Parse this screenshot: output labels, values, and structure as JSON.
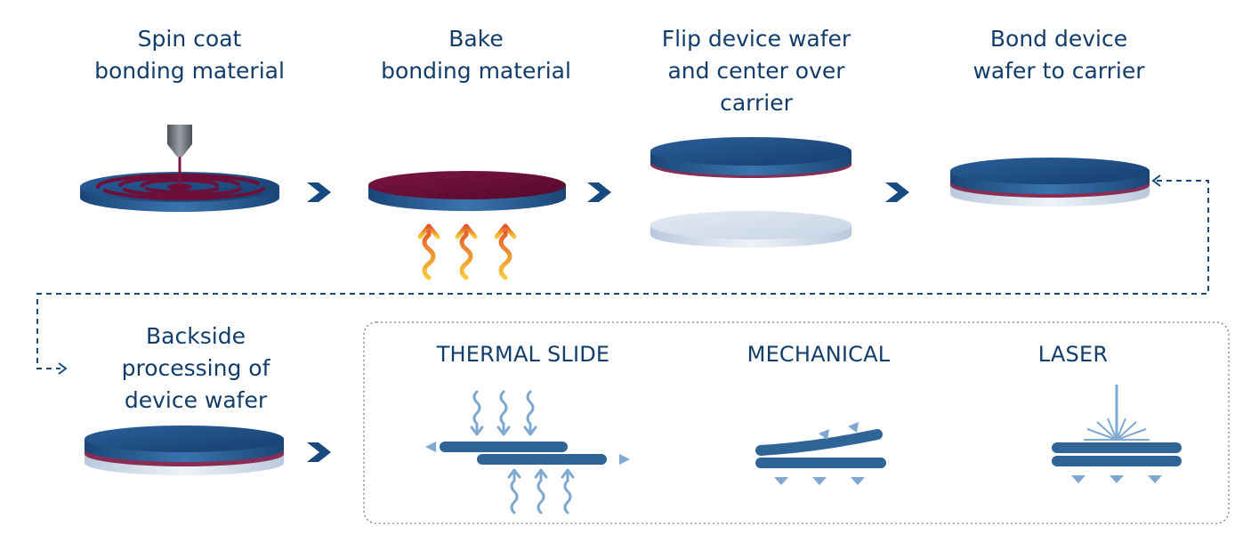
{
  "steps": [
    {
      "lines": [
        "Spin coat",
        "bonding material"
      ]
    },
    {
      "lines": [
        "Bake",
        "bonding material"
      ]
    },
    {
      "lines": [
        "Flip device wafer",
        "and center over",
        "carrier"
      ]
    },
    {
      "lines": [
        "Bond device",
        "wafer to carrier"
      ]
    },
    {
      "lines": [
        "Backside",
        "processing of",
        "device wafer"
      ]
    }
  ],
  "debond_methods": [
    {
      "label": "THERMAL SLIDE"
    },
    {
      "label": "MECHANICAL"
    },
    {
      "label": "LASER"
    }
  ],
  "colors": {
    "title": "#123d6b",
    "wafer_top": "#1d4d83",
    "wafer_edge": "#2a5f96",
    "carrier": "#d6e0ec",
    "bond_layer": "#6e0f3a",
    "heat": "#f08a1c",
    "arrow": "#174a7e",
    "method_icon": "#2e6496",
    "method_accent": "#7fa8d0"
  }
}
